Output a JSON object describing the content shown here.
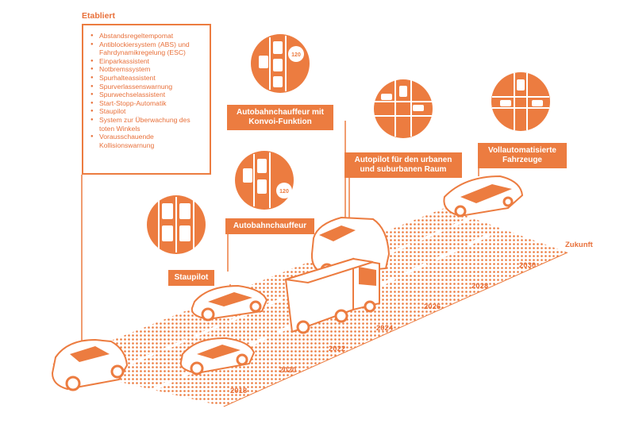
{
  "established": {
    "title": "Etabliert",
    "items": [
      "Abstandsregeltempomat",
      "Antiblockiersystem (ABS) und Fahrdynamikregelung (ESC)",
      "Einparkassistent",
      "Notbremssystem",
      "Spurhalteassistent",
      "Spurverlassenswarnung",
      "Spurwechselassistent",
      "Start-Stopp-Automatik",
      "Staupilot",
      "System zur Überwachung des toten Winkels",
      "Vorausschauende Kollisionswarnung"
    ]
  },
  "labels": {
    "staupilot": "Staupilot",
    "autobahnchauffeur": "Autobahnchauffeur",
    "konvoi": "Autobahnchauffeur mit Konvoi-Funktion",
    "urban": "Autopilot für den urbanen und suburbanen Raum",
    "vollautomatisiert": "Vollautomatisierte Fahrzeuge"
  },
  "timeline": {
    "years": [
      "2018",
      "2020",
      "2022",
      "2024",
      "2026",
      "2028",
      "2030"
    ],
    "future": "Zukunft"
  },
  "signs": {
    "speed_limit": "120"
  },
  "colors": {
    "accent": "#ec7c40",
    "text": "#e8703a",
    "background": "#ffffff"
  }
}
